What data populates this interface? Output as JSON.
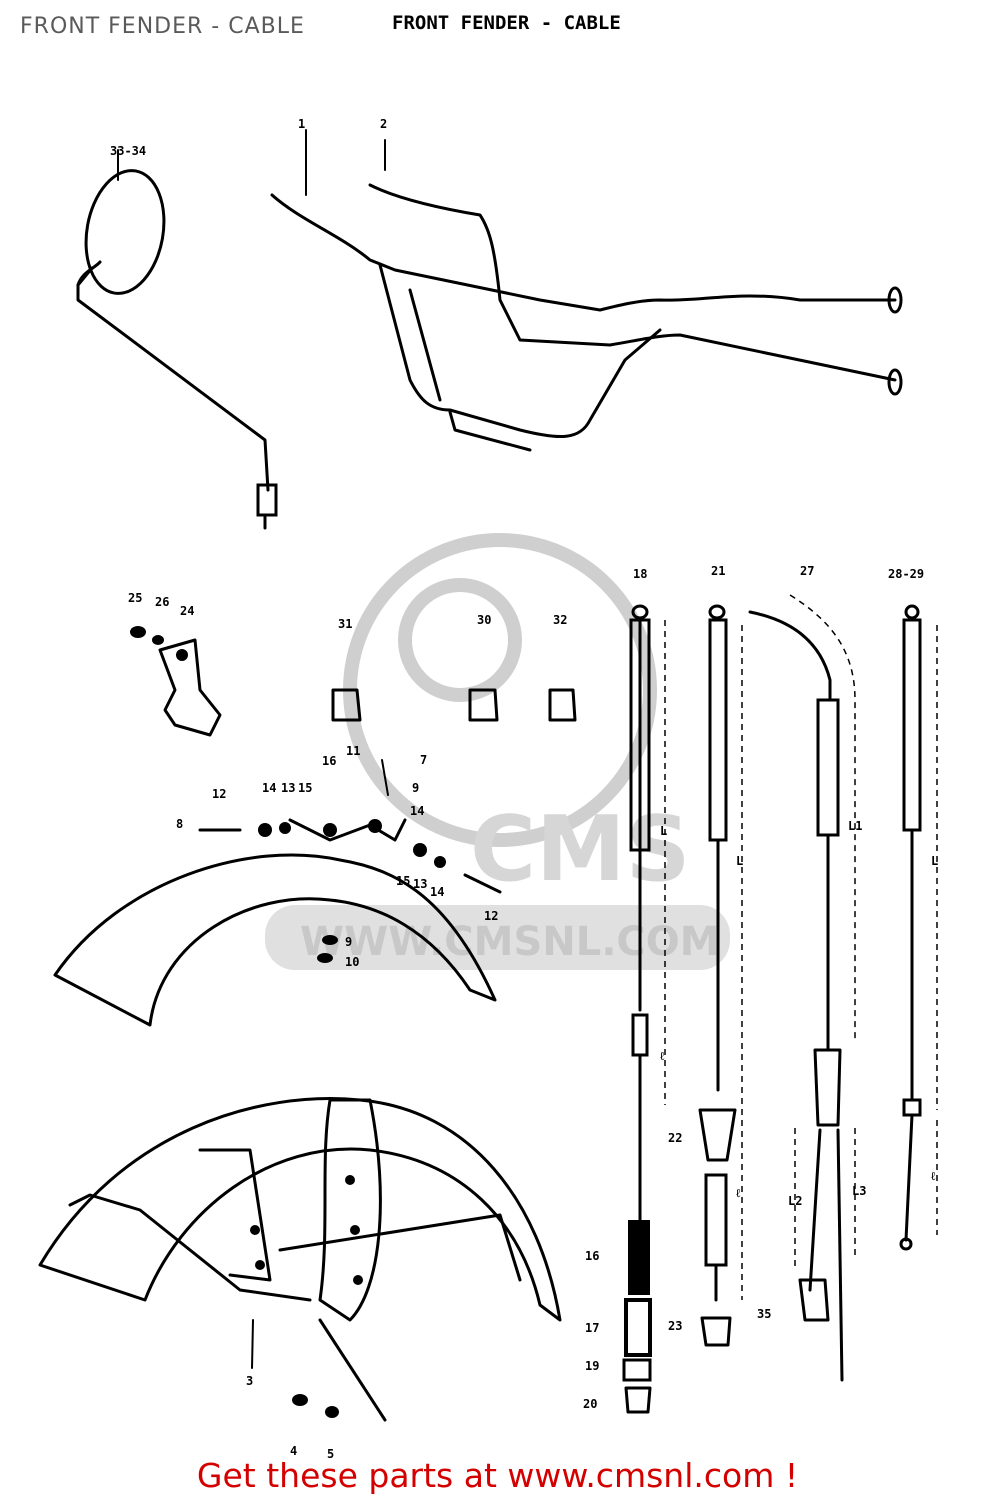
{
  "header": {
    "title": "FRONT FENDER - CABLE"
  },
  "diagram": {
    "title": "FRONT FENDER - CABLE",
    "watermark": "WWW.CMSNL.COM",
    "watermark_logo": "CMS",
    "labels": [
      {
        "id": "l1",
        "text": "1"
      },
      {
        "id": "l2",
        "text": "2"
      },
      {
        "id": "l33-34",
        "text": "33-34"
      },
      {
        "id": "l25",
        "text": "25"
      },
      {
        "id": "l26",
        "text": "26"
      },
      {
        "id": "l24",
        "text": "24"
      },
      {
        "id": "l31",
        "text": "31"
      },
      {
        "id": "l30",
        "text": "30"
      },
      {
        "id": "l32",
        "text": "32"
      },
      {
        "id": "l7",
        "text": "7"
      },
      {
        "id": "l9",
        "text": "9"
      },
      {
        "id": "l11",
        "text": "11"
      },
      {
        "id": "l16",
        "text": "16"
      },
      {
        "id": "l14a",
        "text": "14"
      },
      {
        "id": "l13",
        "text": "13"
      },
      {
        "id": "l15",
        "text": "15"
      },
      {
        "id": "l12a",
        "text": "12"
      },
      {
        "id": "l8",
        "text": "8"
      },
      {
        "id": "l14b",
        "text": "14"
      },
      {
        "id": "l15b",
        "text": "15"
      },
      {
        "id": "l13b",
        "text": "13"
      },
      {
        "id": "l14c",
        "text": "14"
      },
      {
        "id": "l12b",
        "text": "12"
      },
      {
        "id": "l9b",
        "text": "9"
      },
      {
        "id": "l10",
        "text": "10"
      },
      {
        "id": "l18",
        "text": "18"
      },
      {
        "id": "l21",
        "text": "21"
      },
      {
        "id": "l27",
        "text": "27"
      },
      {
        "id": "l28-29",
        "text": "28-29"
      },
      {
        "id": "l22",
        "text": "22"
      },
      {
        "id": "l16b",
        "text": "16"
      },
      {
        "id": "l17",
        "text": "17"
      },
      {
        "id": "l19",
        "text": "19"
      },
      {
        "id": "l20",
        "text": "20"
      },
      {
        "id": "l23",
        "text": "23"
      },
      {
        "id": "l35",
        "text": "35"
      },
      {
        "id": "l3",
        "text": "3"
      },
      {
        "id": "l4",
        "text": "4"
      },
      {
        "id": "l5",
        "text": "5"
      },
      {
        "id": "dL1",
        "text": "L"
      },
      {
        "id": "dl1",
        "text": "ℓ"
      },
      {
        "id": "dL2",
        "text": "L"
      },
      {
        "id": "dl2",
        "text": "ℓ"
      },
      {
        "id": "dL3",
        "text": "L1"
      },
      {
        "id": "dL4",
        "text": "L"
      },
      {
        "id": "dl3",
        "text": "ℓ"
      },
      {
        "id": "dL5",
        "text": "L2"
      },
      {
        "id": "dL6",
        "text": "L3"
      }
    ]
  },
  "footer": {
    "cta": "Get these parts at www.cmsnl.com !"
  }
}
